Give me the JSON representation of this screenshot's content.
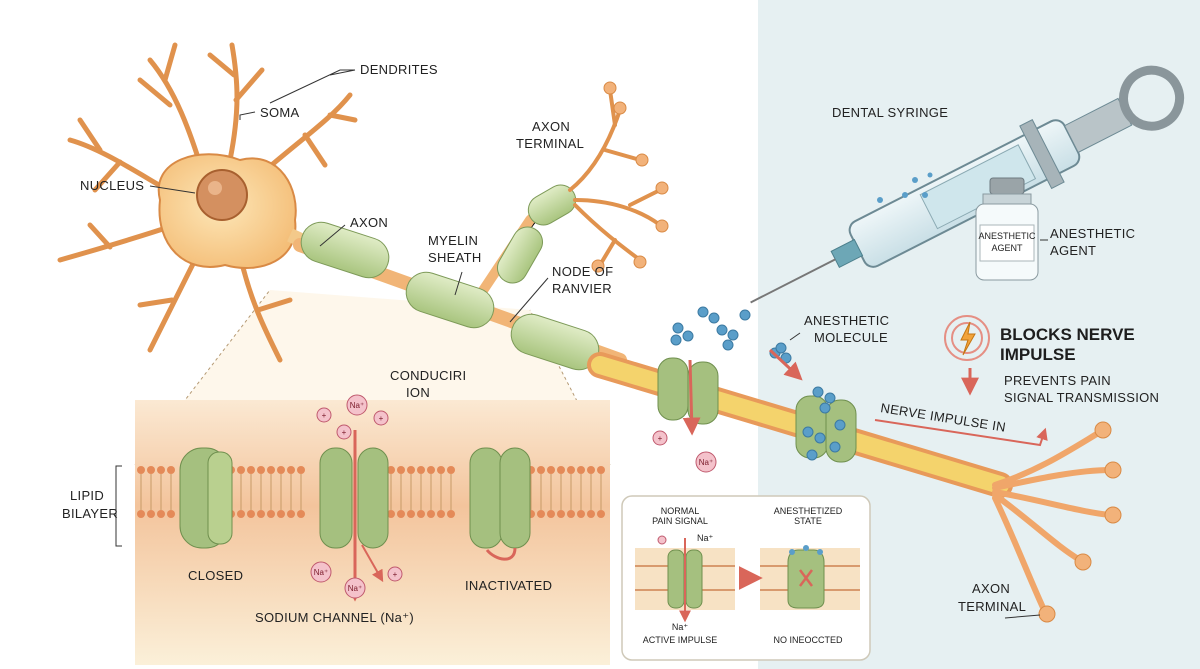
{
  "labels": {
    "dendrites": "DENDRITES",
    "soma": "SOMA",
    "nucleus": "NUCLEUS",
    "axon": "AXON",
    "myelin_1": "MYELIN",
    "myelin_2": "SHEATH",
    "node_1": "NODE OF",
    "node_2": "RANVIER",
    "axon_terminal_top_1": "AXON",
    "axon_terminal_top_2": "TERMINAL",
    "dental_syringe": "DENTAL SYRINGE",
    "vial_label_1": "ANESTHETIC",
    "vial_label_2": "AGENT",
    "anesthetic_agent_1": "ANESTHETIC",
    "anesthetic_agent_2": "AGENT",
    "anesthetic_molecule_1": "ANESTHETIC",
    "anesthetic_molecule_2": "MOLECULE",
    "blocks_1": "BLOCKS NERVE",
    "blocks_2": "IMPULSE",
    "prevents_1": "PREVENTS PAIN",
    "prevents_2": "SIGNAL TRANSMISSION",
    "nerve_impulse": "NERVE IMPULSE IN",
    "conduction_1": "CONDUCIRI",
    "conduction_2": "ION",
    "lipid_1": "LIPID",
    "lipid_2": "BILAYER",
    "closed": "CLOSED",
    "inactivated": "INACTIVATED",
    "sodium_channel": "SODIUM CHANNEL (Na⁺)",
    "normal_1": "NORMAL",
    "normal_2": "PAIN SIGNAL",
    "anesthetized_1": "ANESTHETIZED",
    "anesthetized_2": "STATE",
    "active_impulse": "ACTIVE IMPULSE",
    "no_impulse": "NO INEOCCTED",
    "axon_terminal_bottom_1": "AXON",
    "axon_terminal_bottom_2": "TERMINAL",
    "na_plus": "Na⁺",
    "plus": "+"
  },
  "colors": {
    "neuron": "#f6c98a",
    "neuron_stroke": "#d98a45",
    "myelin": "#c8dba4",
    "axon_yellow": "#f3d36b",
    "right_panel_bg": "#e6f0f2",
    "membrane_bg": "#f4d2a8",
    "channel": "#a5c07f",
    "arrow": "#d9665a",
    "molecule": "#5a9ec9"
  }
}
